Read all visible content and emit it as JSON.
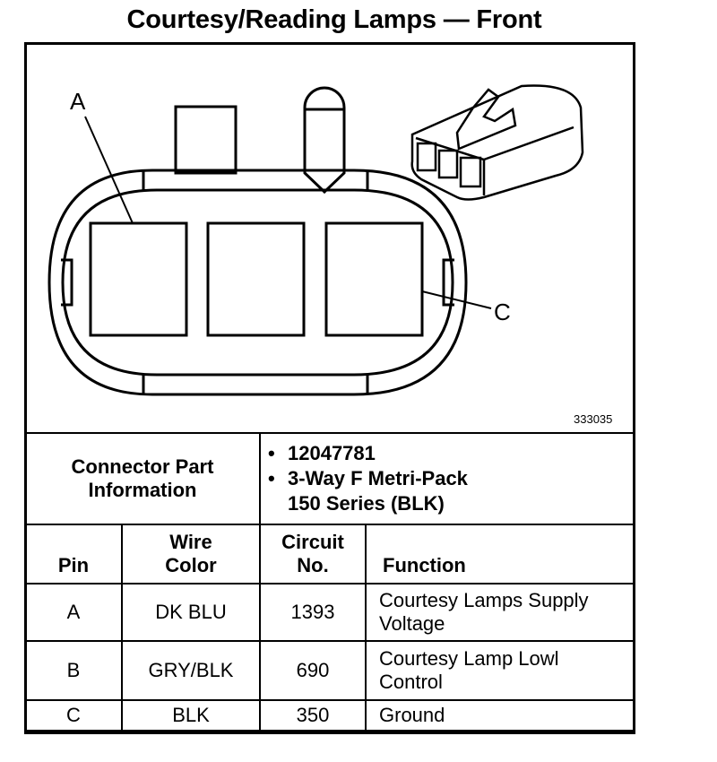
{
  "title": "Courtesy/Reading Lamps — Front",
  "diagram": {
    "callouts": [
      "A",
      "C"
    ],
    "reference_number": "333035"
  },
  "connector": {
    "label": "Connector Part Information",
    "bullets": [
      "12047781",
      "3-Way F Metri-Pack",
      "150 Series (BLK)"
    ]
  },
  "table": {
    "headers": {
      "pin": "Pin",
      "wire_color_line1": "Wire",
      "wire_color_line2": "Color",
      "circuit_line1": "Circuit",
      "circuit_line2": "No.",
      "function": "Function"
    },
    "rows": [
      {
        "pin": "A",
        "wire": "DK BLU",
        "circuit": "1393",
        "function_line1": "Courtesy Lamps Supply",
        "function_line2": "Voltage"
      },
      {
        "pin": "B",
        "wire": "GRY/BLK",
        "circuit": "690",
        "function_line1": "Courtesy Lamp Lowl",
        "function_line2": "Control"
      },
      {
        "pin": "C",
        "wire": "BLK",
        "circuit": "350",
        "function_line1": "Ground",
        "function_line2": ""
      }
    ]
  }
}
